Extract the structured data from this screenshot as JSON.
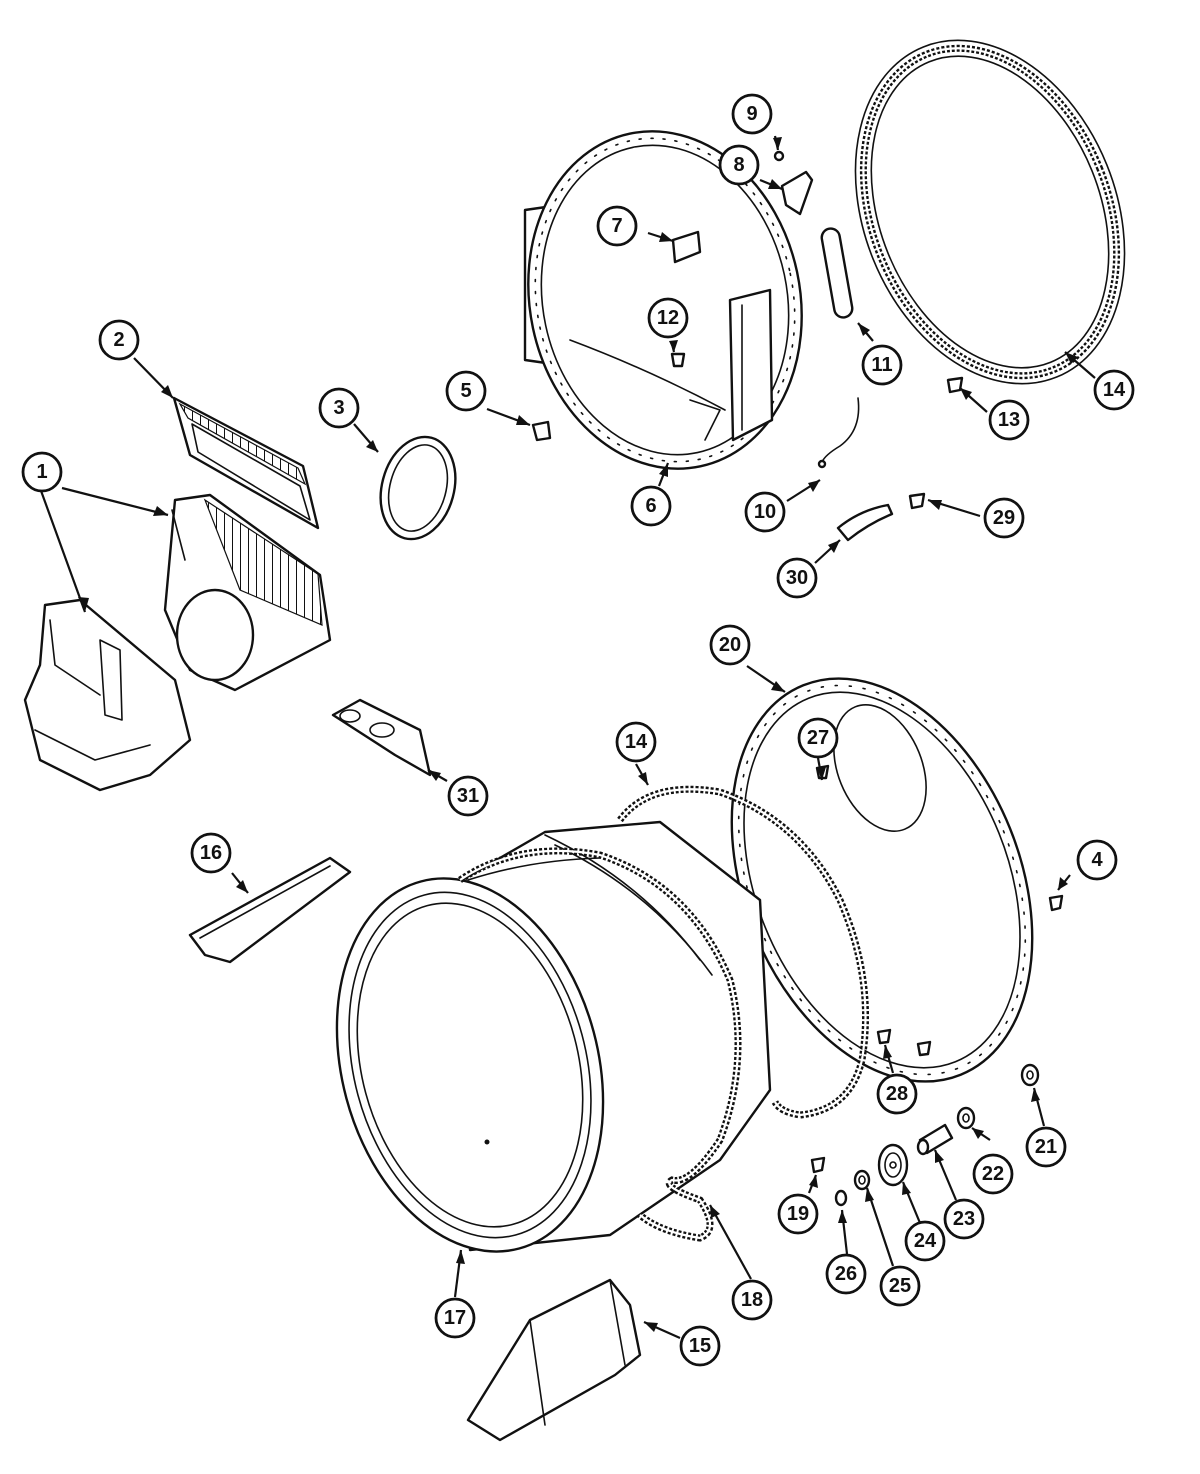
{
  "diagram": {
    "callouts": [
      {
        "id": "callout-1",
        "label": "1"
      },
      {
        "id": "callout-2",
        "label": "2"
      },
      {
        "id": "callout-3",
        "label": "3"
      },
      {
        "id": "callout-4",
        "label": "4"
      },
      {
        "id": "callout-5",
        "label": "5"
      },
      {
        "id": "callout-6",
        "label": "6"
      },
      {
        "id": "callout-7",
        "label": "7"
      },
      {
        "id": "callout-8",
        "label": "8"
      },
      {
        "id": "callout-9",
        "label": "9"
      },
      {
        "id": "callout-10",
        "label": "10"
      },
      {
        "id": "callout-11",
        "label": "11"
      },
      {
        "id": "callout-12",
        "label": "12"
      },
      {
        "id": "callout-13",
        "label": "13"
      },
      {
        "id": "callout-14a",
        "label": "14"
      },
      {
        "id": "callout-14b",
        "label": "14"
      },
      {
        "id": "callout-15",
        "label": "15"
      },
      {
        "id": "callout-16",
        "label": "16"
      },
      {
        "id": "callout-17",
        "label": "17"
      },
      {
        "id": "callout-18",
        "label": "18"
      },
      {
        "id": "callout-19",
        "label": "19"
      },
      {
        "id": "callout-20",
        "label": "20"
      },
      {
        "id": "callout-21",
        "label": "21"
      },
      {
        "id": "callout-22",
        "label": "22"
      },
      {
        "id": "callout-23",
        "label": "23"
      },
      {
        "id": "callout-24",
        "label": "24"
      },
      {
        "id": "callout-25",
        "label": "25"
      },
      {
        "id": "callout-26",
        "label": "26"
      },
      {
        "id": "callout-27",
        "label": "27"
      },
      {
        "id": "callout-28",
        "label": "28"
      },
      {
        "id": "callout-29",
        "label": "29"
      },
      {
        "id": "callout-30",
        "label": "30"
      },
      {
        "id": "callout-31",
        "label": "31"
      }
    ]
  }
}
